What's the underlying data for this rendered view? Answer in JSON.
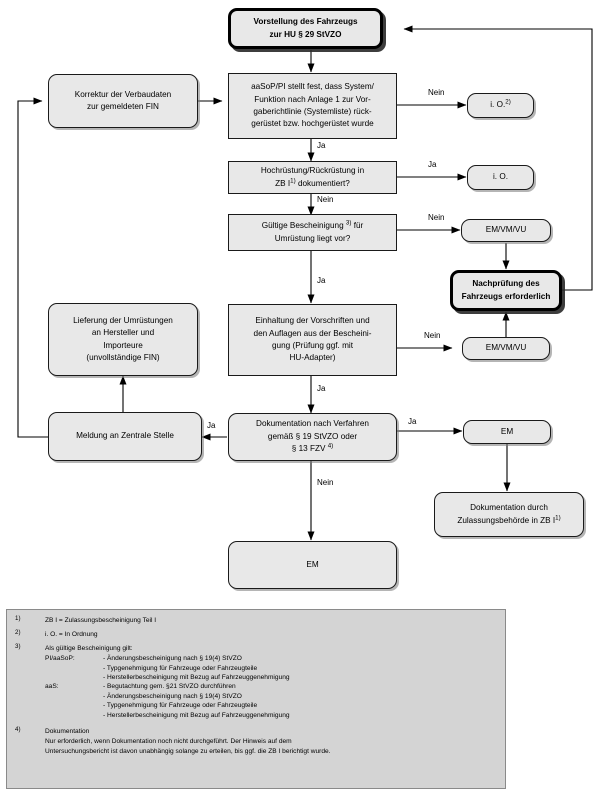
{
  "diagram": {
    "title": "HU § 29 StVZO Prüfablauf Flussdiagramm",
    "nodes": {
      "start": {
        "lines": [
          "Vorstellung des Fahrzeugs",
          "zur HU § 29 StVZO"
        ]
      },
      "korrektur": {
        "lines": [
          "Korrektur der Verbaudaten",
          "zur gemeldeten FIN"
        ]
      },
      "aasop": {
        "lines": [
          "aaSoP/PI stellt fest, dass System/",
          "Funktion nach Anlage 1 zur Vor-",
          "gaberichtlinie (Systemliste) rück-",
          "gerüstet bzw. hochgerüstet wurde"
        ]
      },
      "io2": {
        "text": "i. O.",
        "sup": "2)"
      },
      "hochruestung": {
        "line1": "Hochrüstung/Rückrüstung in",
        "line2_pre": "ZB I",
        "line2_sup": "1)",
        "line2_post": " dokumentiert?"
      },
      "io": {
        "text": "i. O."
      },
      "bescheinigung": {
        "line1_pre": "Gültige Bescheinigung ",
        "line1_sup": "3)",
        "line1_post": " für",
        "line2": "Umrüstung liegt vor?"
      },
      "emvmvu1": {
        "text": "EM/VM/VU"
      },
      "nachpruefung": {
        "lines": [
          "Nachprüfung des",
          "Fahrzeugs erforderlich"
        ]
      },
      "lieferung": {
        "lines": [
          "Lieferung der Umrüstungen",
          "an Hersteller und",
          "Importeure",
          "(unvollständige FIN)"
        ]
      },
      "einhaltung": {
        "lines": [
          "Einhaltung der Vorschriften und",
          "den Auflagen aus der Bescheini-",
          "gung (Prüfung ggf. mit",
          "HU-Adapter)"
        ]
      },
      "emvmvu2": {
        "text": "EM/VM/VU"
      },
      "meldung": {
        "text": "Meldung an Zentrale Stelle"
      },
      "dokumentation": {
        "line1": "Dokumentation nach Verfahren",
        "line2": "gemäß § 19 StVZO oder",
        "line3_pre": "§ 13 FZV ",
        "line3_sup": "4)"
      },
      "em_right": {
        "text": "EM"
      },
      "dok_zulassung": {
        "line1": "Dokumentation durch",
        "line2_pre": "Zulassungsbehörde in ZB I",
        "line2_sup": "1)"
      },
      "em_bottom": {
        "text": "EM"
      }
    },
    "edge_labels": {
      "aasop_nein": "Nein",
      "aasop_ja": "Ja",
      "hoch_ja": "Ja",
      "hoch_nein": "Nein",
      "besch_nein": "Nein",
      "besch_ja": "Ja",
      "einh_nein": "Nein",
      "einh_ja": "Ja",
      "dok_ja_left": "Ja",
      "dok_ja_right": "Ja",
      "dok_nein": "Nein"
    }
  },
  "footnotes": [
    {
      "mark": "1)",
      "text": "ZB I  =  Zulassungsbescheinigung Teil I"
    },
    {
      "mark": "2)",
      "text": "i. O.  =  In Ordnung"
    },
    {
      "mark": "3)",
      "title": "Als gültige Bescheinigung gilt:",
      "groups": [
        {
          "key": "PI/aaSoP:",
          "items": [
            "- Änderungsbescheinigung nach § 19(4) StVZO",
            "- Typgenehmigung für Fahrzeuge oder Fahrzeugteile",
            "- Herstellerbescheinigung mit Bezug auf Fahrzeuggenehmigung"
          ]
        },
        {
          "key": "aaS:",
          "items": [
            "- Begutachtung gem. §21 StVZO durchführen",
            "- Änderungsbescheinigung nach § 19(4) StVZO",
            "- Typgenehmigung für Fahrzeuge oder Fahrzeugteile",
            "- Herstellerbescheinigung mit Bezug auf Fahrzeuggenehmigung"
          ]
        }
      ]
    },
    {
      "mark": "4)",
      "title": "Dokumentation",
      "paragraph": "Nur erforderlich, wenn Dokumentation noch nicht durchgeführt. Der Hinweis auf dem Untersuchungsbericht ist davon unabhängig solange zu erteilen, bis ggf. die ZB I berichtigt wurde."
    }
  ]
}
